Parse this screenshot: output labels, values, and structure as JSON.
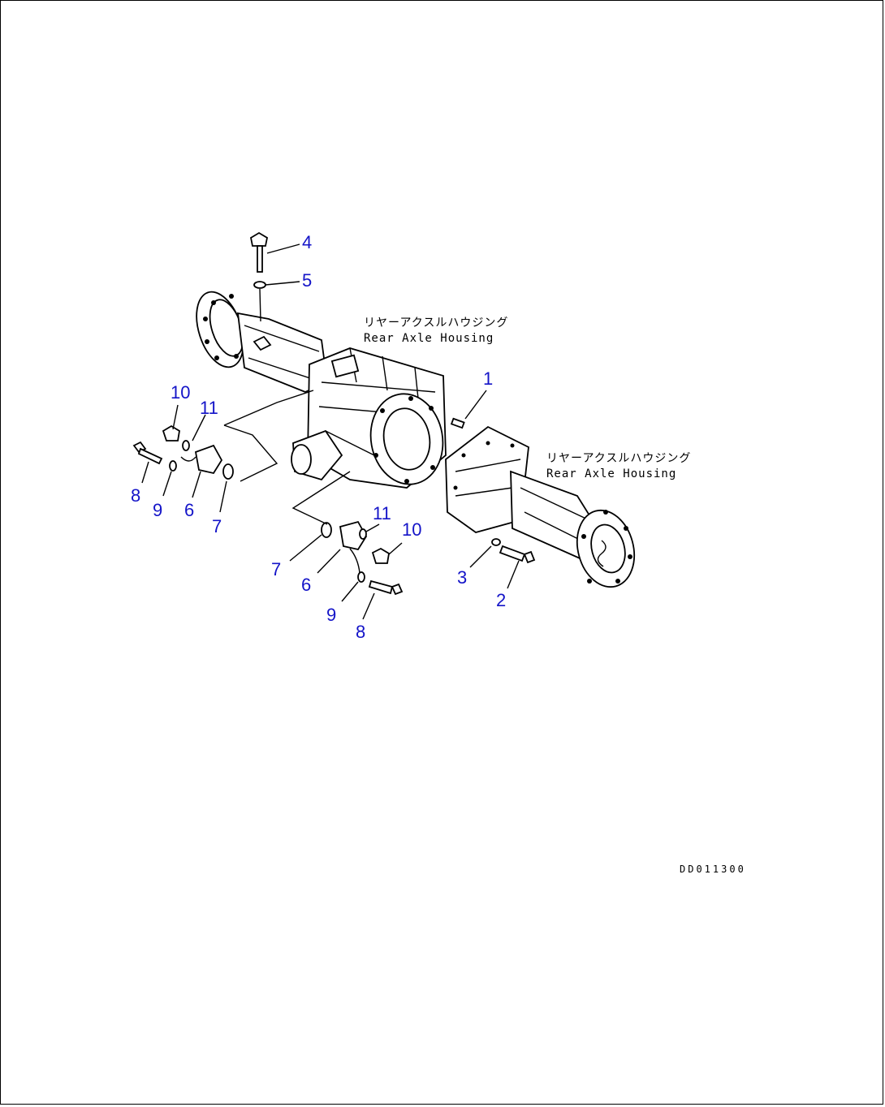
{
  "labels": {
    "housing_top_ja": "リヤーアクスルハウジング",
    "housing_top_en": "Rear Axle Housing",
    "housing_right_ja": "リヤーアクスルハウジング",
    "housing_right_en": "Rear Axle Housing"
  },
  "callouts": {
    "c1": "1",
    "c2": "2",
    "c3": "3",
    "c4": "4",
    "c5": "5",
    "c6a": "6",
    "c6b": "6",
    "c7a": "7",
    "c7b": "7",
    "c8a": "8",
    "c8b": "8",
    "c9a": "9",
    "c9b": "9",
    "c10a": "10",
    "c10b": "10",
    "c11a": "11",
    "c11b": "11"
  },
  "drawing_code": "DD011300",
  "colors": {
    "callout": "#1414c8",
    "line": "#000000",
    "background": "#ffffff"
  }
}
